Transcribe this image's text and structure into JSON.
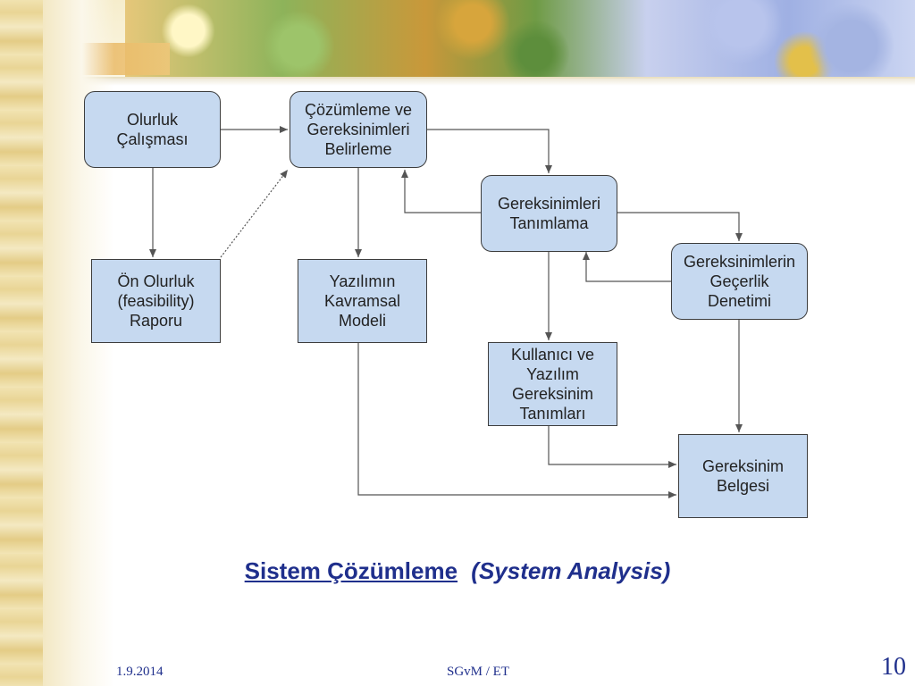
{
  "nodes": {
    "olurluk": "Olurluk\nÇalışması",
    "cozumleme": "Çözümleme ve\nGereksinimleri\nBelirleme",
    "tanimlama": "Gereksinimleri\nTanımlama",
    "gecerlik": "Gereksinimlerin\nGeçerlik\nDenetimi",
    "on_olurluk": "Ön Olurluk\n(feasibility)\nRaporu",
    "kavramsal": "Yazılımın\nKavramsal\nModeli",
    "kullanici": "Kullanıcı ve\nYazılım\nGereksinim\nTanımları",
    "belge": "Gereksinim\nBelgesi"
  },
  "title": {
    "main": "Sistem Çözümleme",
    "sub": "(System Analysis)"
  },
  "footer": {
    "date": "1.9.2014",
    "center": "SGvM / ET",
    "page": "10"
  },
  "colors": {
    "node_fill": "#c6d9f0",
    "title": "#1f2f8c",
    "connector": "#555555"
  }
}
